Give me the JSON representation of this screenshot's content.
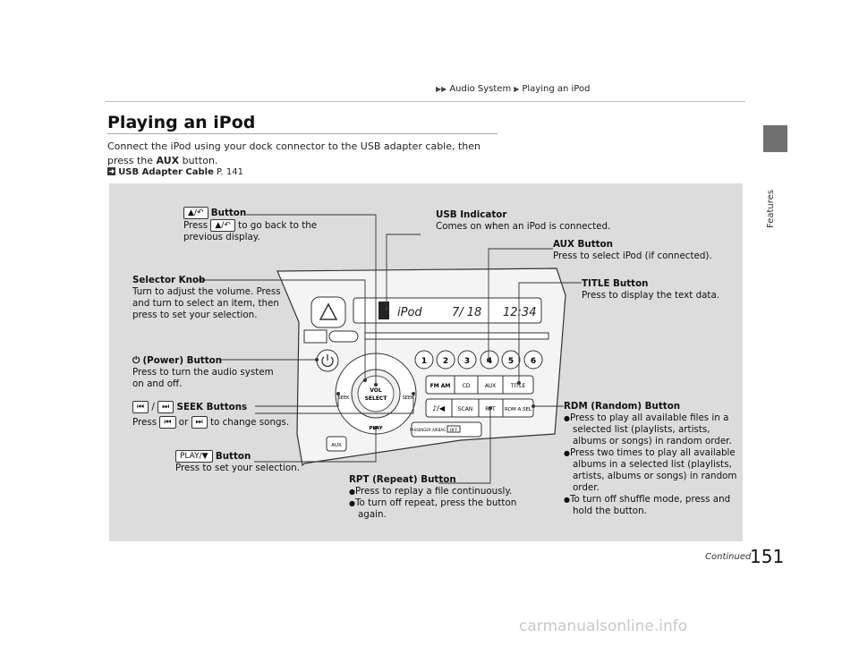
{
  "breadcrumb": {
    "section": "Audio System",
    "page": "Playing an iPod"
  },
  "side_tab": {
    "label": "Features"
  },
  "heading": "Playing an iPod",
  "intro": {
    "text_before": "Connect the iPod using your dock connector to the USB adapter cable, then press the ",
    "aux": "AUX",
    "text_after": " button."
  },
  "xref": {
    "label": "USB Adapter Cable",
    "page": "P. 141"
  },
  "callouts": {
    "back_button": {
      "title": "Button",
      "press": "Press",
      "text": "to go back to the previous display."
    },
    "usb_indicator": {
      "title": "USB Indicator",
      "text": "Comes on when an iPod is connected."
    },
    "aux_button": {
      "title": "AUX Button",
      "text": "Press to select iPod (if connected)."
    },
    "selector_knob": {
      "title": "Selector Knob",
      "text": "Turn to adjust the volume. Press and turn to select an item, then press to set your selection."
    },
    "title_button": {
      "title": "TITLE Button",
      "text": "Press to display the text data."
    },
    "power_button": {
      "title": "(Power) Button",
      "text": "Press to turn the audio system on and off."
    },
    "seek_buttons": {
      "title": "SEEK Buttons",
      "slash": "/",
      "press": "Press",
      "or": "or",
      "text": "to change songs."
    },
    "play_button": {
      "icon": "PLAY/▼",
      "title": "Button",
      "text": "Press to set your selection."
    },
    "rdm_button": {
      "title": "RDM (Random) Button",
      "bullets": [
        "Press to play all available files in a selected list (playlists, artists, albums or songs) in random order.",
        "Press two times to play all available albums in a selected list (playlists, artists, albums or songs) in random order.",
        "To turn off shuffle mode, press and hold the button."
      ]
    },
    "rpt_button": {
      "title": "RPT (Repeat) Button",
      "bullets": [
        "Press to replay a file continuously.",
        "To turn off repeat, press the button again."
      ]
    }
  },
  "unit": {
    "display_text": "iPod",
    "track": "7/ 18",
    "clock": "12:34",
    "presets": [
      "1",
      "2",
      "3",
      "4",
      "5",
      "6"
    ],
    "row1": [
      "FM AM",
      "CD",
      "AUX",
      "TITLE"
    ],
    "row2": [
      "SCAN",
      "RPT",
      "RDM A.SEL"
    ],
    "knob_lines": [
      "VOL",
      "SELECT"
    ],
    "seek_left": "SEEK",
    "seek_right": "SEEK",
    "play": "PLAY",
    "aux_small": "AUX",
    "airbag": "PASSENGER AIRBAG",
    "airbag_state": "OFF"
  },
  "footer": {
    "continued": "Continued",
    "page_number": "151"
  },
  "watermark": "carmanualsonline.info"
}
